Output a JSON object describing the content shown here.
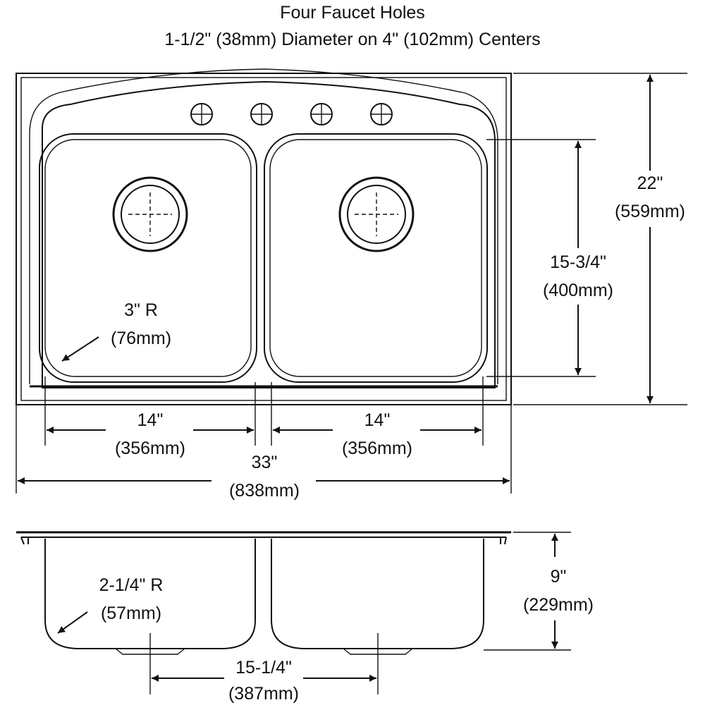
{
  "header": {
    "line1": "Four Faucet Holes",
    "line2": "1-1/2\" (38mm) Diameter on 4\" (102mm) Centers"
  },
  "top_view": {
    "overall_depth": {
      "imperial": "22\"",
      "metric": "(559mm)"
    },
    "bowl_depth": {
      "imperial": "15-3/4\"",
      "metric": "(400mm)"
    },
    "corner_radius": {
      "imperial": "3\" R",
      "metric": "(76mm)"
    },
    "left_bowl_width": {
      "imperial": "14\"",
      "metric": "(356mm)"
    },
    "right_bowl_width": {
      "imperial": "14\"",
      "metric": "(356mm)"
    },
    "overall_width": {
      "imperial": "33\"",
      "metric": "(838mm)"
    },
    "faucet_hole_count": 4
  },
  "side_view": {
    "bottom_radius": {
      "imperial": "2-1/4\" R",
      "metric": "(57mm)"
    },
    "bowl_height": {
      "imperial": "9\"",
      "metric": "(229mm)"
    },
    "drain_spacing": {
      "imperial": "15-1/4\"",
      "metric": "(387mm)"
    }
  },
  "colors": {
    "line": "#111111",
    "background": "#ffffff"
  }
}
